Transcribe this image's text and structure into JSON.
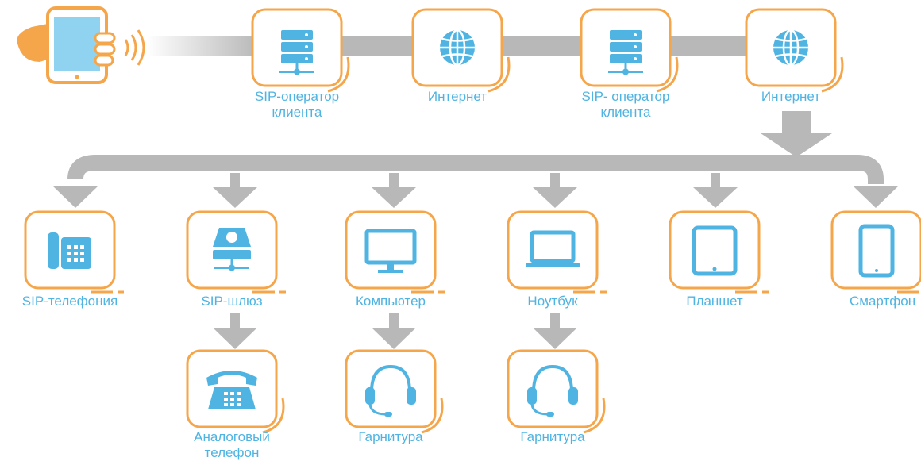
{
  "top_row": [
    {
      "label": "SIP-оператор\nклиента",
      "icon": "server-rack-icon"
    },
    {
      "label": "Интернет",
      "icon": "globe-icon"
    },
    {
      "label": "SIP- оператор\nклиента",
      "icon": "server-rack-icon"
    },
    {
      "label": "Интернет",
      "icon": "globe-icon"
    }
  ],
  "source_device": {
    "icon": "hand-phone-icon"
  },
  "endpoints": [
    {
      "label": "SIP-телефония",
      "icon": "ip-desk-phone-icon"
    },
    {
      "label": "SIP-шлюз",
      "icon": "gateway-icon"
    },
    {
      "label": "Компьютер",
      "icon": "monitor-icon"
    },
    {
      "label": "Ноутбук",
      "icon": "laptop-icon"
    },
    {
      "label": "Планшет",
      "icon": "tablet-icon"
    },
    {
      "label": "Смартфон",
      "icon": "smartphone-icon"
    }
  ],
  "sub_devices": [
    {
      "label": "Аналоговый\nтелефон",
      "icon": "analog-phone-icon"
    },
    {
      "label": "Гарнитура",
      "icon": "headset-icon"
    },
    {
      "label": "Гарнитура",
      "icon": "headset-icon"
    }
  ],
  "colors": {
    "accent": "#f5a64a",
    "icon": "#4fb4e2",
    "connector": "#b8b8b8",
    "text": "#4fb4e2"
  }
}
